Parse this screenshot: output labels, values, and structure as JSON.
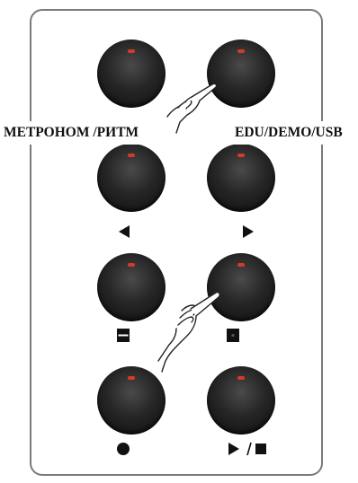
{
  "labels": {
    "left": "МЕТРОНОМ /РИТМ",
    "right": "EDU/DEMO/USB"
  },
  "buttons": [
    {
      "row": 1,
      "col": "left",
      "symbol": ""
    },
    {
      "row": 1,
      "col": "right",
      "symbol": ""
    },
    {
      "row": 2,
      "col": "left",
      "symbol": "left-triangle"
    },
    {
      "row": 2,
      "col": "right",
      "symbol": "right-triangle"
    },
    {
      "row": 3,
      "col": "left",
      "symbol": "minus-square"
    },
    {
      "row": 3,
      "col": "right",
      "symbol": "dot-square"
    },
    {
      "row": 4,
      "col": "left",
      "symbol": "record-circle"
    },
    {
      "row": 4,
      "col": "right",
      "symbol": "play-stop"
    }
  ],
  "colors": {
    "knob": "#1a1a1a",
    "indicator": "#d23b2a",
    "panel_border": "#7a7a7a",
    "symbol": "#111111"
  }
}
